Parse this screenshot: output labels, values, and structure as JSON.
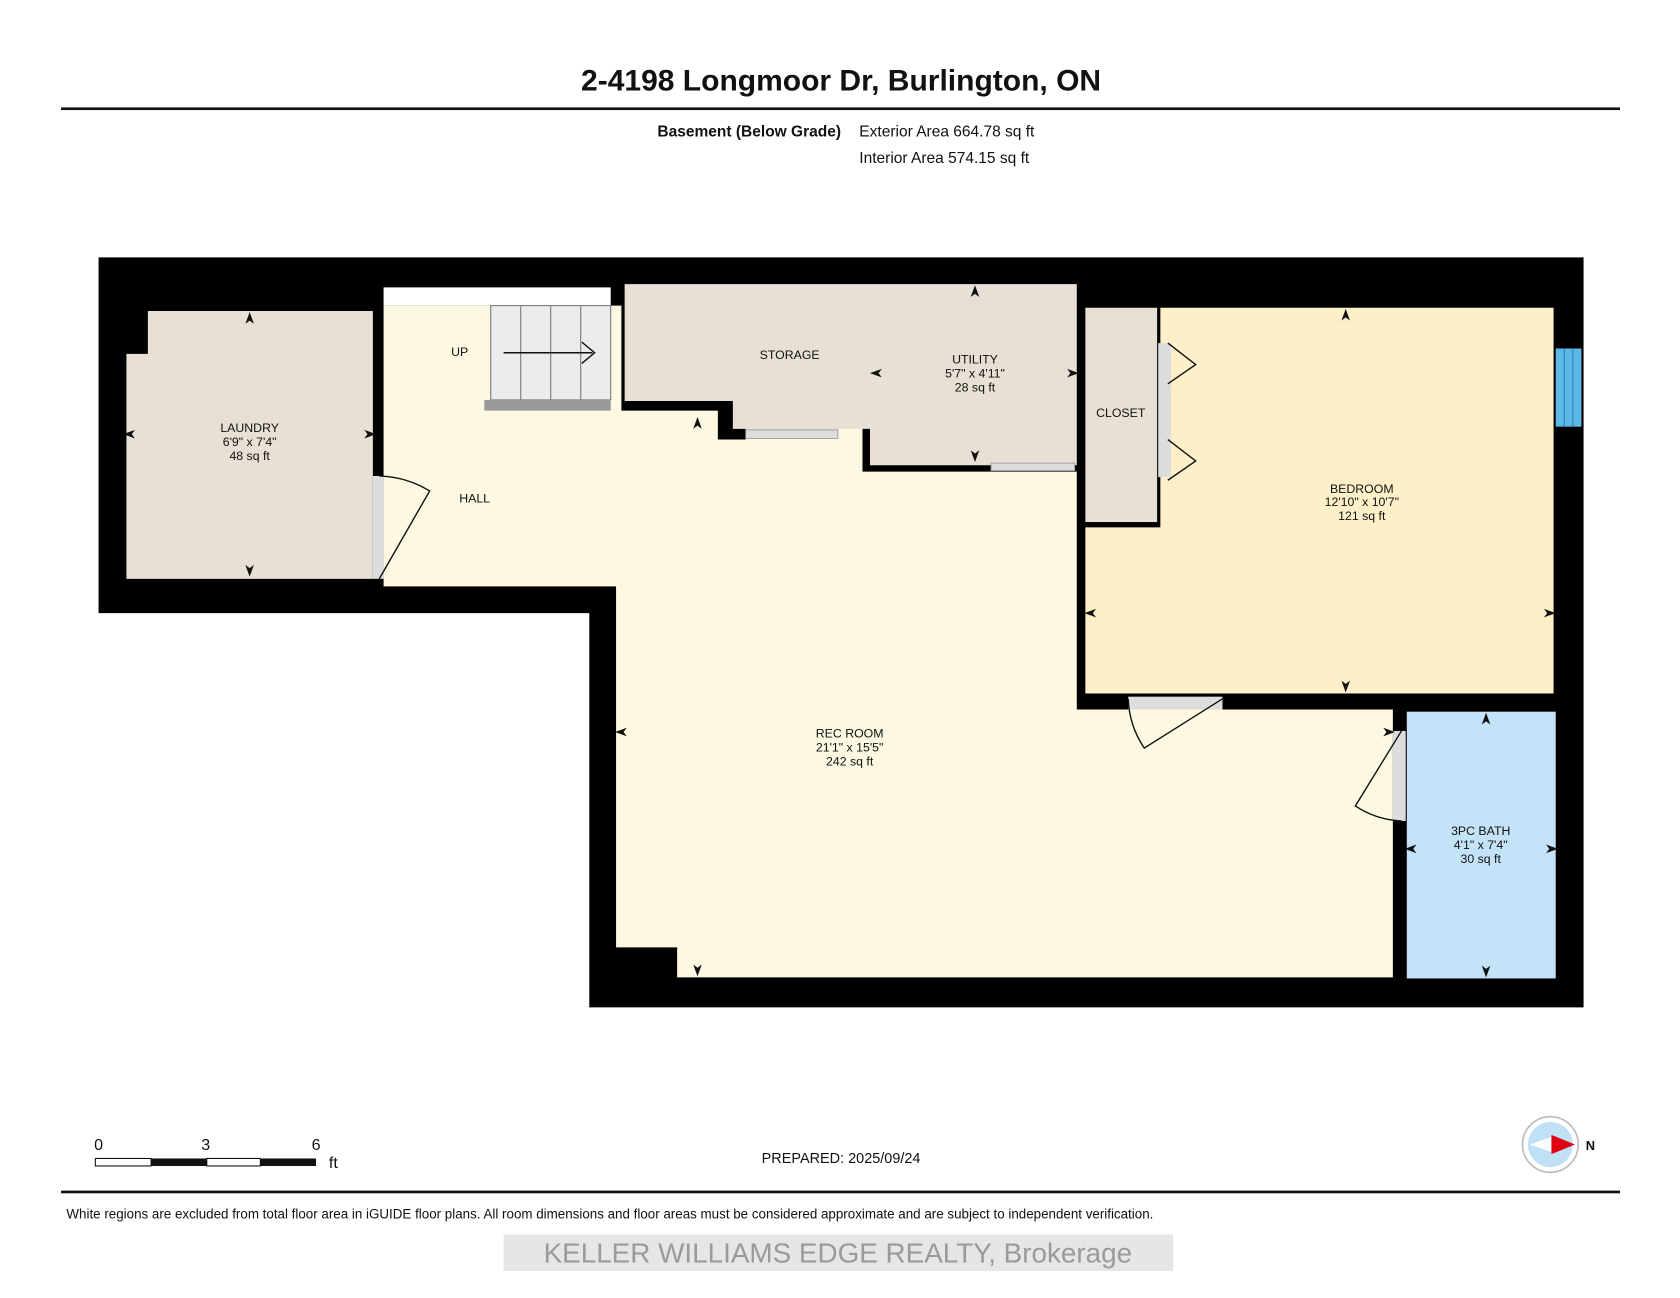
{
  "title": "2-4198 Longmoor Dr, Burlington, ON",
  "floor": {
    "name": "Basement (Below Grade)",
    "exterior_area": "Exterior Area 664.78 sq ft",
    "interior_area": "Interior Area 574.15 sq ft"
  },
  "rooms": {
    "laundry": {
      "name": "LAUNDRY",
      "dims": "6'9\" x 7'4\"",
      "area": "48 sq ft"
    },
    "hall": {
      "name": "HALL"
    },
    "up": {
      "name": "UP"
    },
    "storage": {
      "name": "STORAGE"
    },
    "utility": {
      "name": "UTILITY",
      "dims": "5'7\" x 4'11\"",
      "area": "28 sq ft"
    },
    "closet": {
      "name": "CLOSET"
    },
    "bedroom": {
      "name": "BEDROOM",
      "dims": "12'10\" x 10'7\"",
      "area": "121 sq ft"
    },
    "rec_room": {
      "name": "REC ROOM",
      "dims": "21'1\" x 15'5\"",
      "area": "242 sq ft"
    },
    "bath": {
      "name": "3PC BATH",
      "dims": "4'1\" x 7'4\"",
      "area": "30 sq ft"
    }
  },
  "scale": {
    "t0": "0",
    "t1": "3",
    "t2": "6",
    "unit": "ft"
  },
  "prepared": "PREPARED: 2025/09/24",
  "compass": {
    "label": "N",
    "icon": "compass-icon"
  },
  "disclaimer": "White regions are excluded from total floor area in iGUIDE floor plans. All room dimensions and floor areas must be considered approximate and are subject to independent verification.",
  "watermark": "KELLER WILLIAMS EDGE REALTY, Brokerage",
  "colors": {
    "wall": "#000000",
    "neutral": "#e8e0d4",
    "cream": "#fdf8e1",
    "bedroom": "#fdf0c8",
    "bath": "#c4e3f9",
    "window": "#5bb8e8"
  }
}
